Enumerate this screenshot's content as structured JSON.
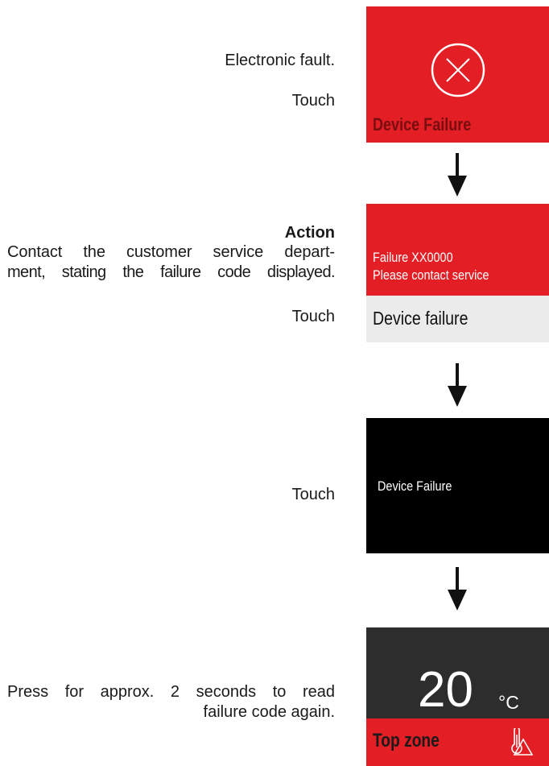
{
  "step1": {
    "instruction": "Electronic fault.",
    "touch": "Touch",
    "screen_title": "Device Failure"
  },
  "step2": {
    "action_heading": "Action",
    "action_line1": "Contact the customer service depart-",
    "action_line2": "ment, stating the failure code displayed.",
    "touch": "Touch",
    "failure_code": "Failure XX0000",
    "contact_msg": "Please contact service",
    "bar_label": "Device failure"
  },
  "step3": {
    "touch": "Touch",
    "screen_text": "Device Failure"
  },
  "step4": {
    "press_line1": "Press for approx. 2 seconds to read",
    "press_line2": "failure code again.",
    "temperature": "20",
    "unit": "°C",
    "zone_label": "Top zone"
  },
  "colors": {
    "red": "#e31e24",
    "black": "#000000",
    "dark": "#2d2d2d",
    "light_gray": "#ebebeb"
  },
  "icons": [
    "close-circle-icon",
    "down-arrow-icon",
    "temperature-warning-icon"
  ]
}
